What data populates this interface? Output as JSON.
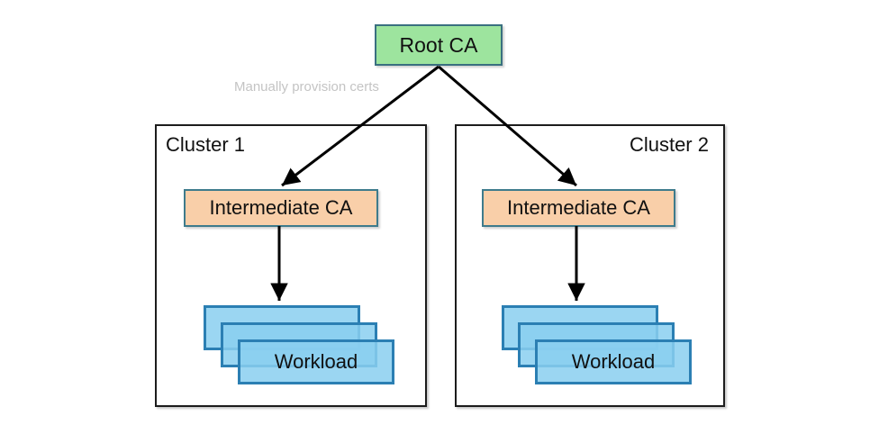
{
  "diagram": {
    "root_ca_label": "Root CA",
    "edge_label": "Manually provision certs",
    "clusters": [
      {
        "name": "Cluster 1",
        "intermediate_ca_label": "Intermediate CA",
        "workload_label": "Workload",
        "workload_stack_count": 3
      },
      {
        "name": "Cluster 2",
        "intermediate_ca_label": "Intermediate CA",
        "workload_label": "Workload",
        "workload_stack_count": 3
      }
    ],
    "colors": {
      "root_ca_fill": "#9de49e",
      "root_ca_border": "#3a7080",
      "intermediate_ca_fill": "#f9cfa9",
      "intermediate_ca_border": "#3e7b8c",
      "workload_fill": "#89cff0",
      "workload_border": "#2b7fb3",
      "cluster_border": "#1c1c1c",
      "arrow": "#000000",
      "edge_label_text": "#c4c4c4",
      "background": "#ffffff"
    }
  }
}
